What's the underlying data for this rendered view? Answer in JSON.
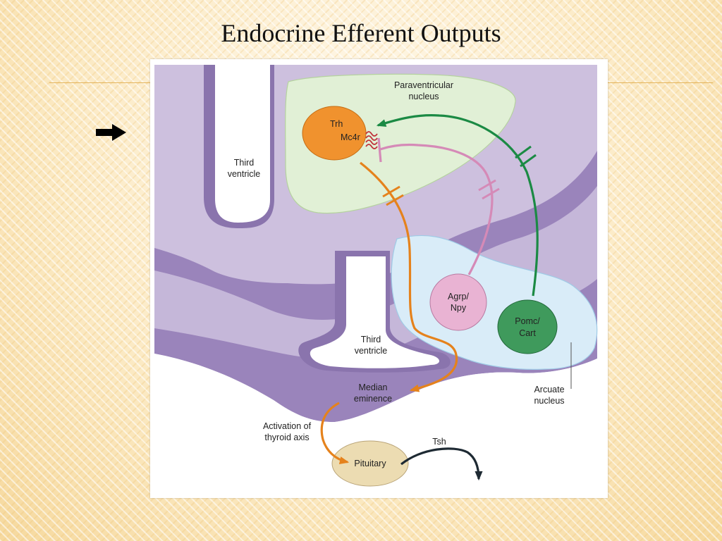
{
  "slide": {
    "title": "Endocrine Efferent Outputs",
    "bullet_icon": "right-arrow-icon"
  },
  "diagram": {
    "labels": {
      "paraventricular_1": "Paraventricular",
      "paraventricular_2": "nucleus",
      "third_ventricle_upper_1": "Third",
      "third_ventricle_upper_2": "ventricle",
      "third_ventricle_lower_1": "Third",
      "third_ventricle_lower_2": "ventricle",
      "trh": "Trh",
      "mc4r": "Mc4r",
      "agrp_1": "Agrp/",
      "agrp_2": "Npy",
      "pomc_1": "Pomc/",
      "pomc_2": "Cart",
      "arcuate_1": "Arcuate",
      "arcuate_2": "nucleus",
      "median_1": "Median",
      "median_2": "eminence",
      "activation_1": "Activation of",
      "activation_2": "thyroid axis",
      "pituitary": "Pituitary",
      "tsh": "Tsh"
    },
    "colors": {
      "tissue_dark": "#9a84bb",
      "tissue_light": "#cdc0de",
      "paraventricular_fill": "#e1f0d6",
      "arcuate_fill": "#d9ecf8",
      "trh_neuron": "#f0922e",
      "agrp_neuron": "#e9b3d3",
      "pomc_neuron": "#3f9a5c",
      "pituitary": "#ecdcb2",
      "orange_path": "#e5821c",
      "pink_path": "#d58ab7",
      "green_path": "#1b8a44",
      "tsh_arrow": "#1e2a33",
      "receptor": "#c03038"
    }
  }
}
